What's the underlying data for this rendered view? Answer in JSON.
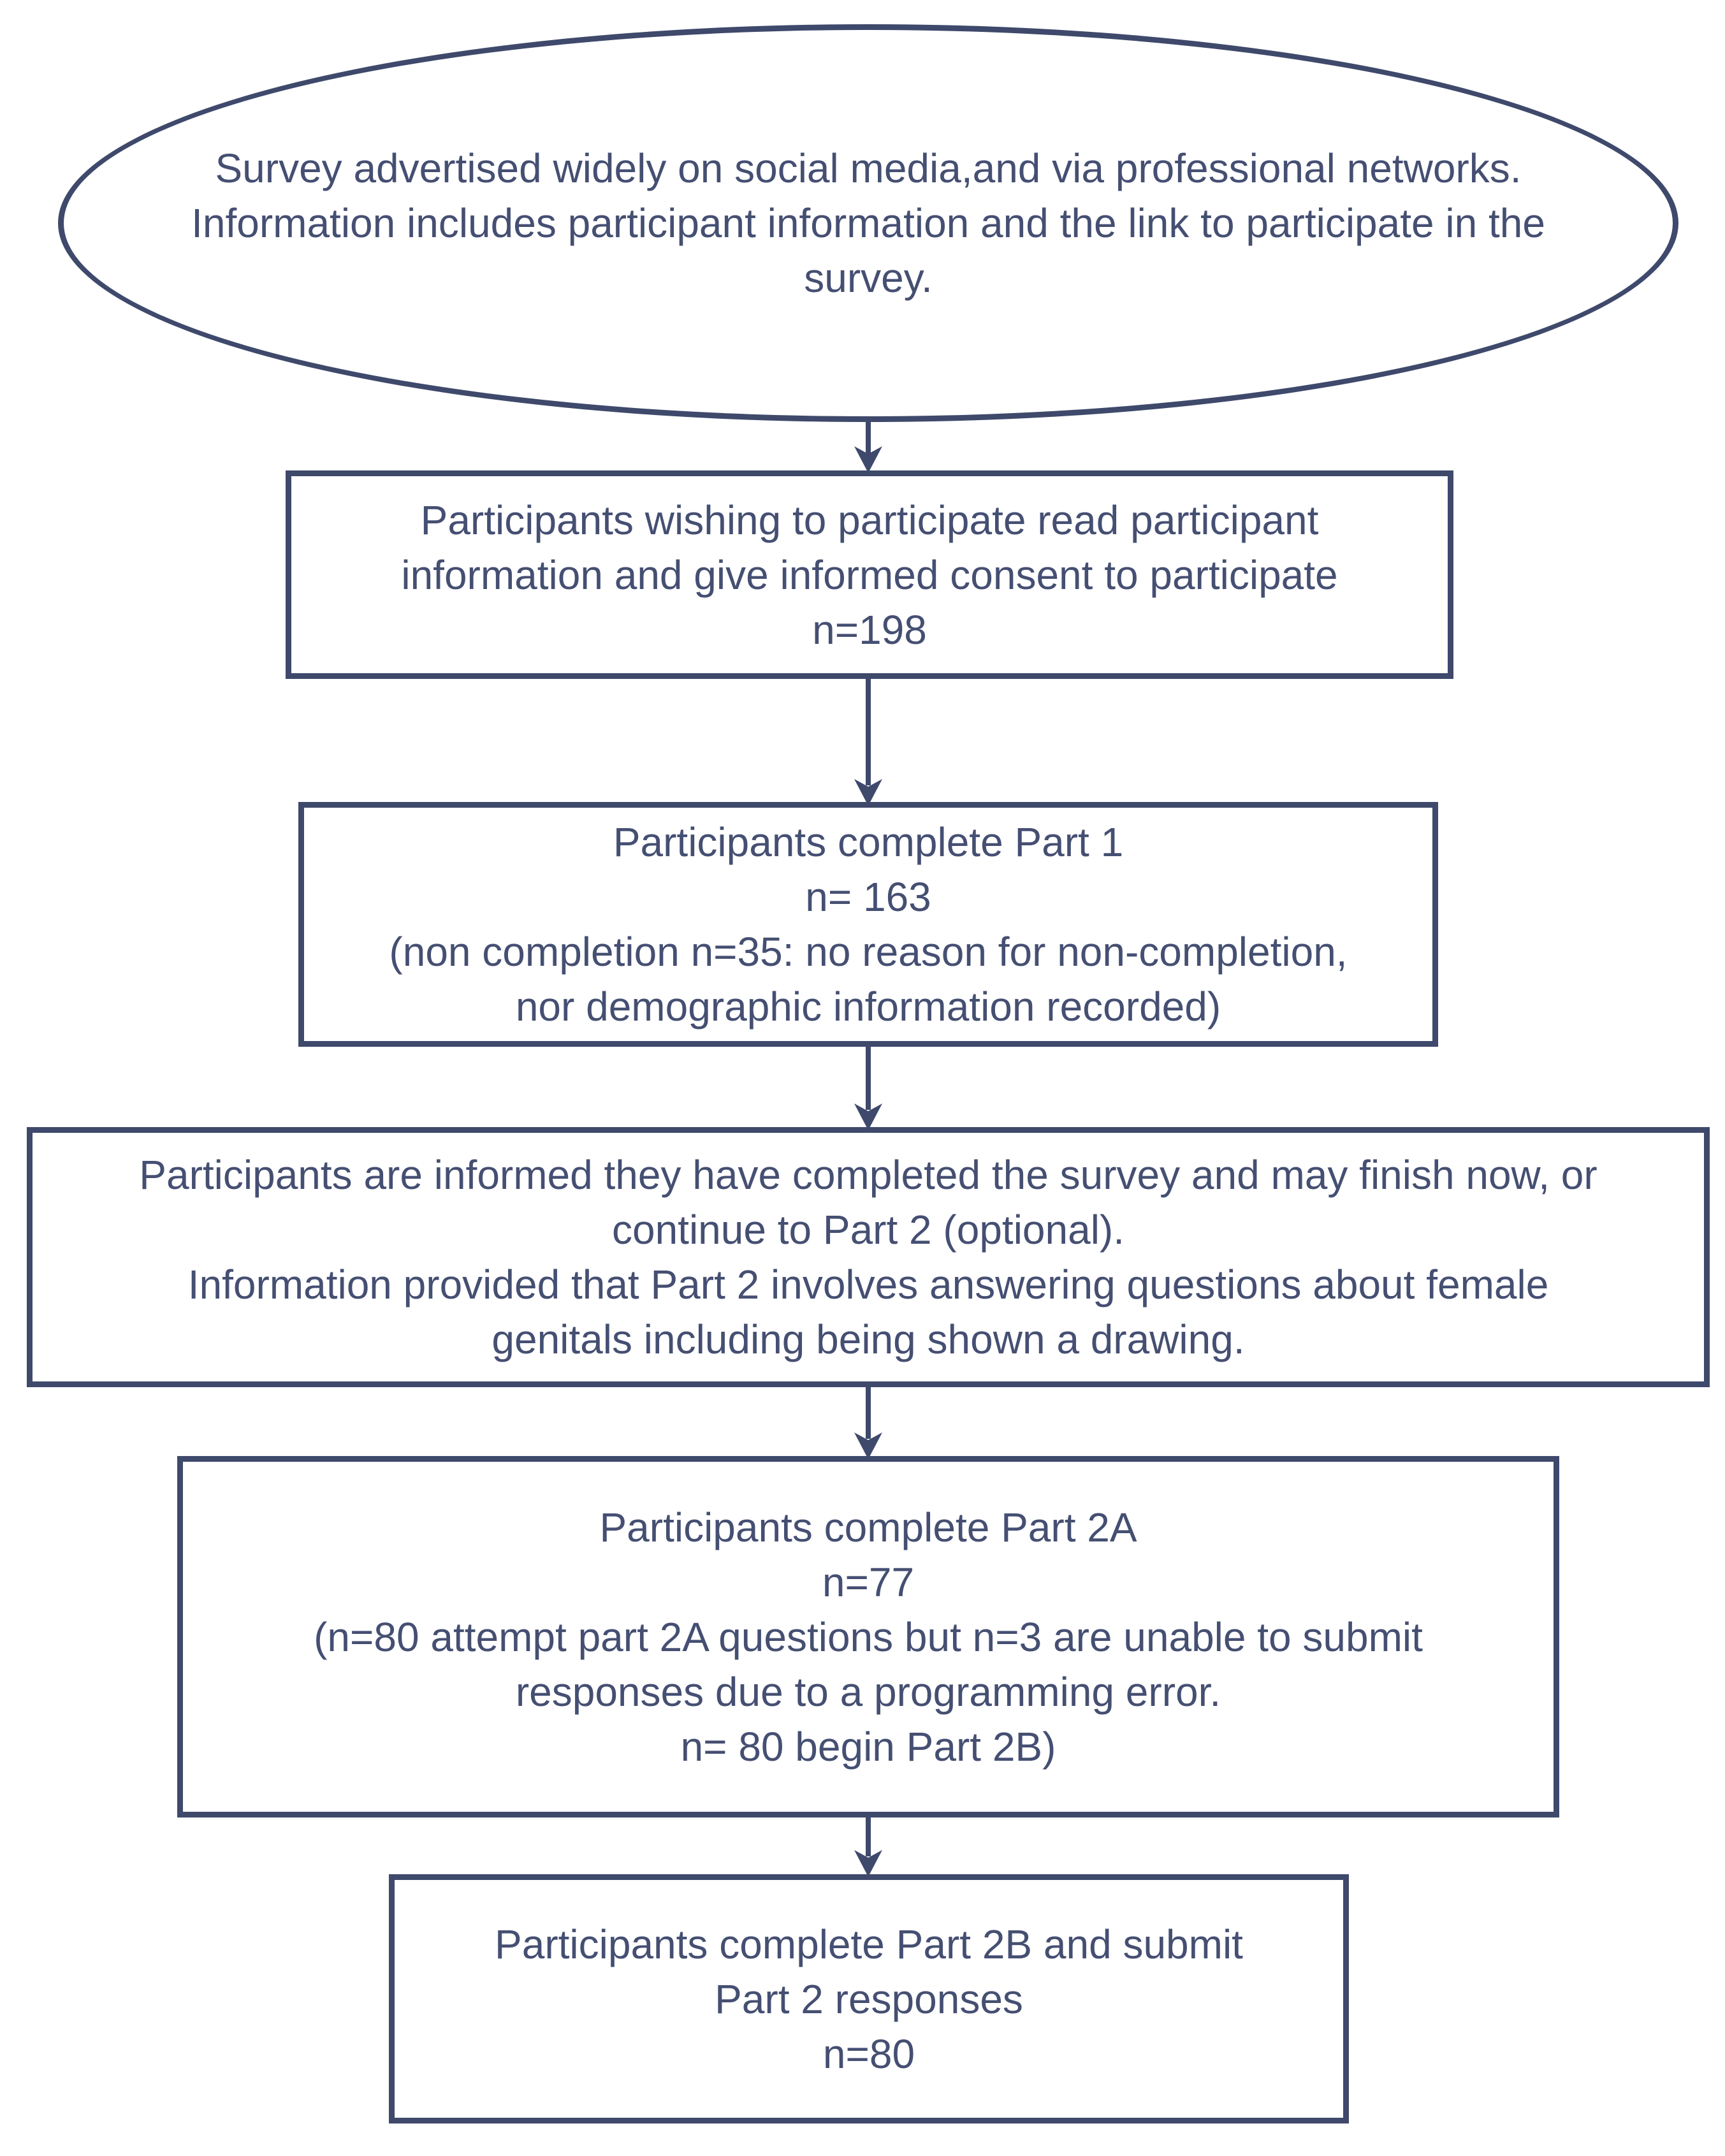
{
  "colors": {
    "line": "#3e496b",
    "text": "#454f72",
    "background": "#ffffff"
  },
  "flowchart": {
    "nodes": [
      {
        "id": "start",
        "shape": "ellipse",
        "text": "Survey advertised widely on social media,and via professional networks.\nInformation includes participant information and the link to participate in the\nsurvey."
      },
      {
        "id": "consent",
        "shape": "rectangle",
        "text": "Participants wishing to participate read participant\ninformation and give informed consent to participate\nn=198"
      },
      {
        "id": "part1",
        "shape": "rectangle",
        "text": "Participants complete Part 1\nn= 163\n(non completion n=35: no reason for non-completion,\nnor demographic information recorded)"
      },
      {
        "id": "part2info",
        "shape": "rectangle",
        "text": "Participants are informed they have completed the survey and may finish now, or\ncontinue to Part 2 (optional).\nInformation provided that Part 2 involves answering questions about female\ngenitals including being shown a drawing."
      },
      {
        "id": "part2a",
        "shape": "rectangle",
        "text": "Participants complete Part 2A\nn=77\n(n=80 attempt part 2A questions but n=3 are unable to submit\nresponses due to a programming error.\nn= 80 begin Part 2B)"
      },
      {
        "id": "part2b",
        "shape": "rectangle",
        "text": "Participants complete Part 2B and submit\nPart 2 responses\nn=80"
      }
    ],
    "connectors": [
      {
        "from": "start",
        "to": "consent"
      },
      {
        "from": "consent",
        "to": "part1"
      },
      {
        "from": "part1",
        "to": "part2info"
      },
      {
        "from": "part2info",
        "to": "part2a"
      },
      {
        "from": "part2a",
        "to": "part2b"
      }
    ]
  }
}
